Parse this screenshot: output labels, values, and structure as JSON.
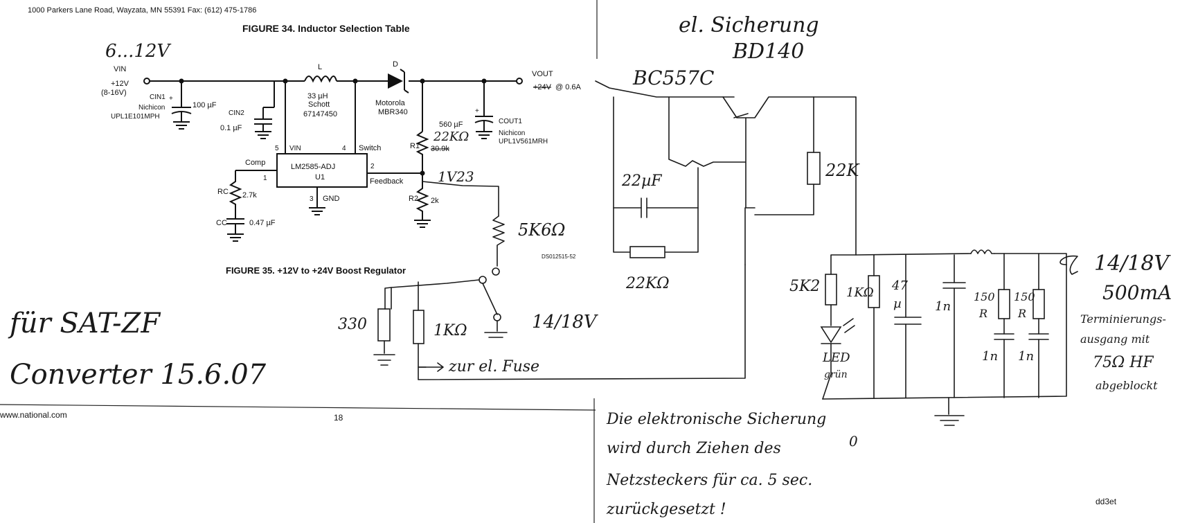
{
  "header": {
    "address": "1000 Parkers Lane Road, Wayzata, MN 55391   Fax: (612) 475-1786",
    "fig34_title": "FIGURE 34. Inductor Selection Table",
    "fig35_title": "FIGURE 35. +12V to +24V Boost Regulator",
    "doc_code": "DS012515-52"
  },
  "footer": {
    "url": "www.national.com",
    "page_number": "18"
  },
  "printed_schematic": {
    "vin_label": "VIN",
    "vin_value": "+12V",
    "vin_range": "(8-16V)",
    "cin1_name": "CIN1",
    "cin1_value": "100 µF",
    "cin1_brand": "Nichicon",
    "cin1_part": "UPL1E101MPH",
    "cin2_name": "CIN2",
    "cin2_value": "0.1 µF",
    "inductor_name": "L",
    "inductor_value": "33 µH",
    "inductor_brand": "Schott",
    "inductor_part": "67147450",
    "diode_name": "D",
    "diode_brand": "Motorola",
    "diode_part": "MBR340",
    "vout_label": "VOUT",
    "vout_value_struck": "+24V",
    "vout_current": "@ 0.6A",
    "cout_value": "560 µF",
    "cout_name": "COUT1",
    "cout_brand": "Nichicon",
    "cout_part": "UPL1V561MRH",
    "r1_name": "R1",
    "r1_value": "30.9k",
    "r2_name": "R2",
    "r2_value": "2k",
    "rc_name": "RC",
    "rc_value": "2.7k",
    "cc_name": "CC",
    "cc_value": "0.47 µF",
    "ic_name": "LM2585-ADJ",
    "ic_ref": "U1",
    "pin_vin": "VIN",
    "pin_vin_num": "5",
    "pin_switch": "Switch",
    "pin_switch_num": "4",
    "pin_comp": "Comp",
    "pin_comp_num": "1",
    "pin_feedback": "Feedback",
    "pin_feedback_num": "2",
    "pin_gnd": "GND",
    "pin_gnd_num": "3"
  },
  "handwritten": {
    "input_range": "6...12V",
    "r1_new": "22KΩ",
    "fb_voltage": "1V23",
    "r_added": "5K6Ω",
    "r330": "330",
    "r1k": "1KΩ",
    "switch_out": "14/18V",
    "to_fuse": "zur el. Fuse",
    "note_line1": "für SAT-ZF",
    "note_line2": "Converter 15.6.07",
    "fuse_title": "el. Sicherung",
    "bd140": "BD140",
    "bc557": "BC557C",
    "r22k_top": "22K",
    "cap_22u": "22µF",
    "r22k_bottom": "22KΩ",
    "led_r": "5K2",
    "r1k_b": "1KΩ",
    "cap_47u_a": "47",
    "cap_47u_b": "µ",
    "cap_1n_a": "1n",
    "r150_a": "150",
    "r150_b": "150",
    "r_sym": "R",
    "cap_1n_b": "1n",
    "cap_1n_c": "1n",
    "led_text_a": "LED",
    "led_text_b": "grün",
    "out_voltage": "14/18V",
    "out_current": "500mA",
    "out_desc1": "Terminierungs-",
    "out_desc2": "ausgang mit",
    "out_desc3": "75Ω HF",
    "out_desc4": "abgeblockt",
    "bottom_note1": "Die elektronische Sicherung",
    "bottom_note2": "wird durch Ziehen des",
    "bottom_note3": "Netzsteckers für ca. 5 sec.",
    "bottom_note4": "zurückgesetzt !",
    "bottom_mark": "0"
  },
  "signature": "dd3et"
}
